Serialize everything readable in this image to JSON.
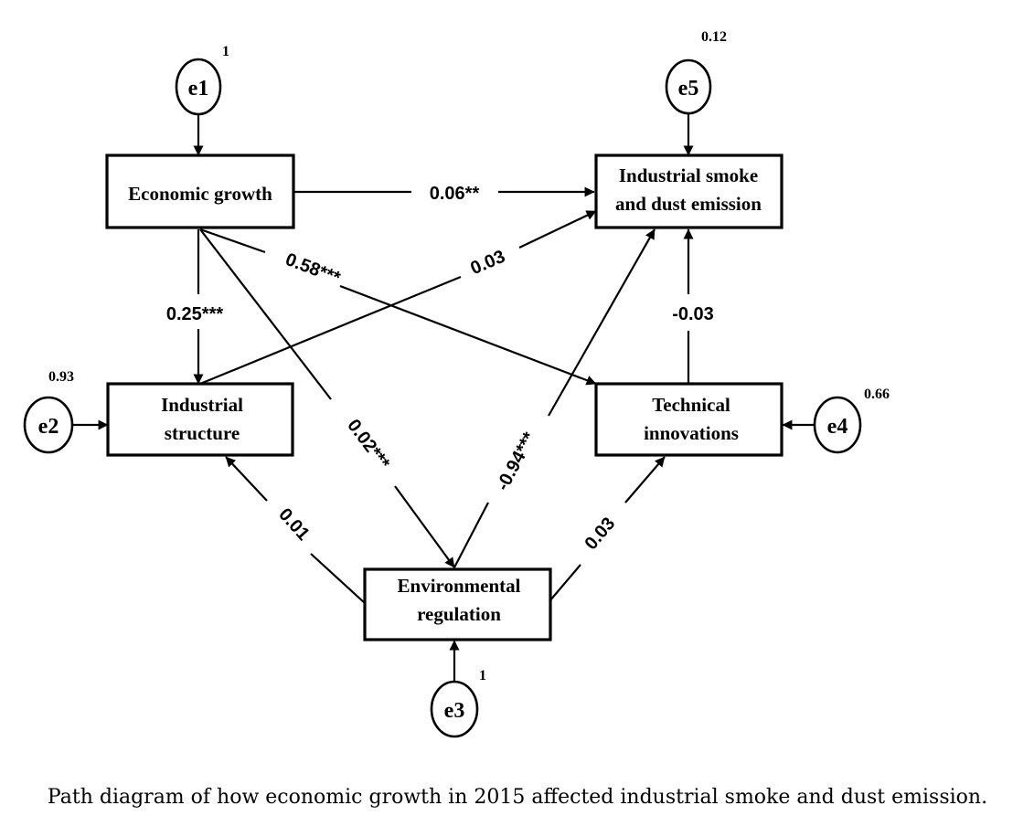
{
  "nodes": {
    "economic_growth": [
      "Economic growth"
    ],
    "smoke_emission": [
      "Industrial smoke",
      "and dust emission"
    ],
    "industrial_structure": [
      "Industrial",
      "structure"
    ],
    "technical_innovations": [
      "Technical",
      "innovations"
    ],
    "environmental_regulation": [
      "Environmental",
      "regulation"
    ]
  },
  "errors": {
    "e1": {
      "label": "e1",
      "variance": "1"
    },
    "e2": {
      "label": "e2",
      "variance": "0.93"
    },
    "e3": {
      "label": "e3",
      "variance": "1"
    },
    "e4": {
      "label": "e4",
      "variance": "0.66"
    },
    "e5": {
      "label": "e5",
      "variance": "0.12"
    }
  },
  "paths": {
    "eg_to_smoke": "0.06**",
    "eg_to_tech": "0.58***",
    "eg_to_struct": "0.25***",
    "eg_to_env": "0.02***",
    "struct_to_smoke": "0.03",
    "env_to_smoke": "-0.94***",
    "tech_to_smoke": "-0.03",
    "env_to_struct": "0.01",
    "env_to_tech": "0.03"
  },
  "caption": "Path diagram of how economic growth in 2015 affected industrial smoke and dust emission."
}
